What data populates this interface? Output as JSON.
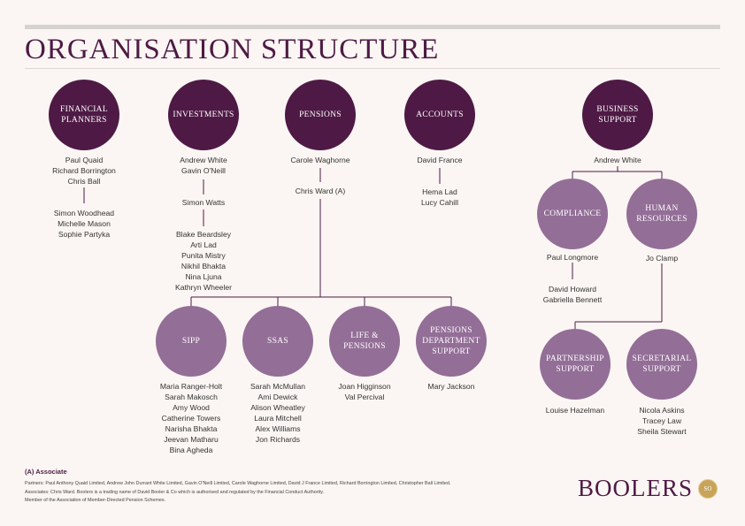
{
  "title": "ORGANISATION STRUCTURE",
  "colors": {
    "dark": "#4e1a45",
    "light": "#936e97",
    "lines": "#4e1a45"
  },
  "departments": {
    "financial_planners": {
      "label": "FINANCIAL PLANNERS",
      "names1": "Paul Quaid\nRichard Borrington\nChris Ball",
      "names2": "Simon Woodhead\nMichelle Mason\nSophie Partyka"
    },
    "investments": {
      "label": "INVESTMENTS",
      "names1": "Andrew White\nGavin O'Neill",
      "names2": "Simon Watts",
      "names3": "Blake Beardsley\nArti Lad\nPunita Mistry\nNikhil Bhakta\nNina Ljuna\nKathryn Wheeler"
    },
    "pensions": {
      "label": "PENSIONS",
      "names1": "Carole Waghorne",
      "names2": "Chris Ward (A)"
    },
    "accounts": {
      "label": "ACCOUNTS",
      "names1": "David France",
      "names2": "Hema Lad\nLucy Cahill"
    },
    "business_support": {
      "label": "BUSINESS SUPPORT",
      "names1": "Andrew White"
    },
    "compliance": {
      "label": "COMPLIANCE",
      "names1": "Paul Longmore",
      "names2": "David Howard\nGabriella Bennett"
    },
    "human_resources": {
      "label": "HUMAN RESOURCES",
      "names1": "Jo Clamp"
    },
    "sipp": {
      "label": "SIPP",
      "names1": "Maria Ranger-Holt\nSarah Makosch\nAmy Wood\nCatherine Towers\nNarisha Bhakta\nJeevan Matharu\nBina Agheda"
    },
    "ssas": {
      "label": "SSAS",
      "names1": "Sarah McMullan\nAmi Dewick\nAlison Wheatley\nLaura Mitchell\nAlex Williams\nJon Richards"
    },
    "life_pensions": {
      "label": "LIFE & PENSIONS",
      "names1": "Joan Higginson\nVal Percival"
    },
    "pensions_dept_support": {
      "label": "PENSIONS DEPARTMENT SUPPORT",
      "names1": "Mary Jackson"
    },
    "partnership_support": {
      "label": "PARTNERSHIP SUPPORT",
      "names1": "Louise Hazelman"
    },
    "secretarial_support": {
      "label": "SECRETARIAL SUPPORT",
      "names1": "Nicola Askins\nTracey Law\nSheila Stewart"
    }
  },
  "footer": {
    "associate": "(A) Associate",
    "partners": "Partners: Paul Anthony Quaid Limited, Andrew John Durrant White Limited, Gavin O'Neill Limited, Carole Waghorne Limited, David J France Limited, Richard Borrington Limited, Christopher Ball Limited.",
    "associates": "Associates: Chris Ward. Boolers is a trading name of David Booler & Co which is authorised and regulated by the Financial Conduct Authority.",
    "member": "Member of the Association of Member-Directed Pension Schemes."
  },
  "logo": {
    "text": "BOOLERS",
    "seal_text": "SO"
  }
}
